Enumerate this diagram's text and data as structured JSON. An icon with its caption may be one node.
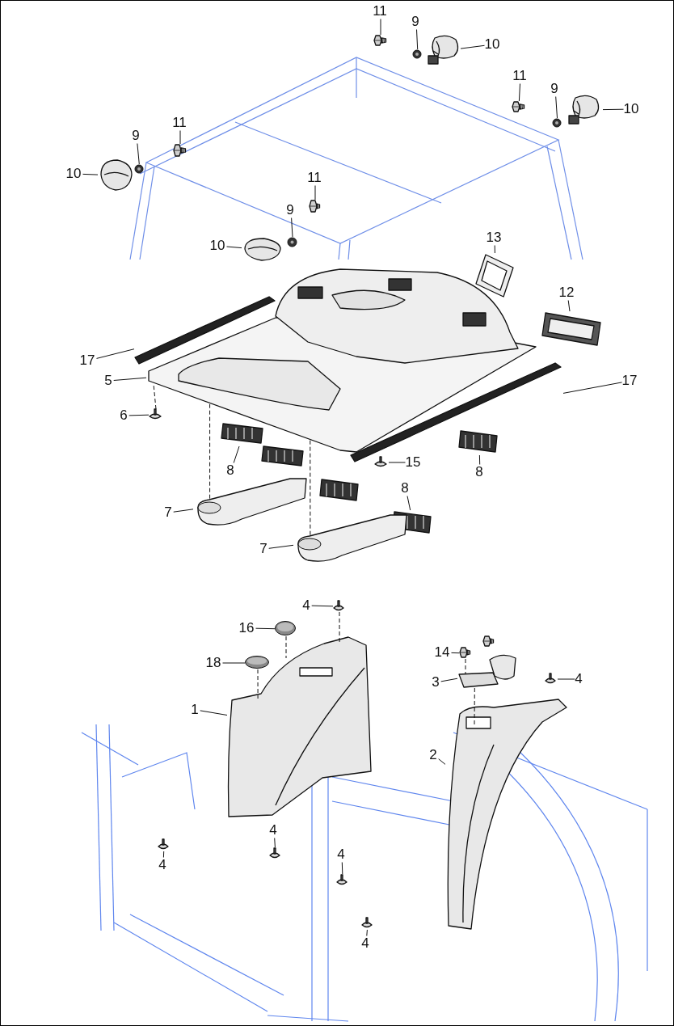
{
  "diagram": {
    "nodes": [
      {
        "text": [
          "11"
        ]
      },
      {
        "text": [],
        "shape": "picture"
      },
      {
        "text": [
          "9"
        ]
      },
      {
        "text": [],
        "shape": "picture"
      },
      {
        "text": [
          "10"
        ]
      },
      {
        "text": [],
        "shape": "picture"
      },
      {
        "text": [
          "11"
        ]
      },
      {
        "text": [],
        "shape": "picture"
      },
      {
        "text": [
          "9"
        ]
      },
      {
        "text": [],
        "shape": "picture"
      },
      {
        "text": [
          "10"
        ]
      },
      {
        "text": [],
        "shape": "picture"
      },
      {
        "text": [
          "9"
        ]
      },
      {
        "text": [],
        "shape": "picture"
      },
      {
        "text": [
          "11"
        ]
      },
      {
        "text": [],
        "shape": "picture"
      },
      {
        "text": [
          "10"
        ]
      },
      {
        "text": [],
        "shape": "picture"
      },
      {
        "text": [
          "11"
        ]
      },
      {
        "text": [],
        "shape": "picture"
      },
      {
        "text": [
          "9"
        ]
      },
      {
        "text": [],
        "shape": "picture"
      },
      {
        "text": [
          "10"
        ]
      },
      {
        "text": [],
        "shape": "picture"
      },
      {
        "text": [
          "13"
        ]
      },
      {
        "text": [],
        "shape": "picture"
      },
      {
        "text": [
          "12"
        ]
      },
      {
        "text": [],
        "shape": "picture"
      },
      {
        "text": [
          "17"
        ]
      },
      {
        "text": [],
        "shape": "bar"
      },
      {
        "text": [
          "5"
        ]
      },
      {
        "text": [],
        "shape": "picture"
      },
      {
        "text": [
          "17"
        ]
      },
      {
        "text": [],
        "shape": "bar"
      },
      {
        "text": [
          "6"
        ]
      },
      {
        "text": [],
        "shape": "picture"
      },
      {
        "text": [
          "15"
        ]
      },
      {
        "text": [],
        "shape": "picture"
      },
      {
        "text": [
          "8"
        ]
      },
      {
        "text": [],
        "shape": "picture"
      },
      {
        "text": [],
        "shape": "picture"
      },
      {
        "text": [
          "8"
        ]
      },
      {
        "text": [],
        "shape": "picture"
      },
      {
        "text": [
          "7"
        ]
      },
      {
        "text": [],
        "shape": "picture"
      },
      {
        "text": [],
        "shape": "picture"
      },
      {
        "text": [
          "8"
        ]
      },
      {
        "text": [],
        "shape": "picture"
      },
      {
        "text": [
          "7"
        ]
      },
      {
        "text": [],
        "shape": "picture"
      },
      {
        "text": [
          "4"
        ]
      },
      {
        "text": [],
        "shape": "picture"
      },
      {
        "text": [
          "16"
        ]
      },
      {
        "text": [],
        "shape": "picture"
      },
      {
        "text": [
          "18"
        ]
      },
      {
        "text": [],
        "shape": "picture"
      },
      {
        "text": [
          "14"
        ]
      },
      {
        "text": [],
        "shape": "picture"
      },
      {
        "text": [],
        "shape": "picture"
      },
      {
        "text": [
          "3"
        ]
      },
      {
        "text": [],
        "shape": "picture"
      },
      {
        "text": [
          "4"
        ]
      },
      {
        "text": [],
        "shape": "picture"
      },
      {
        "text": [
          "1"
        ]
      },
      {
        "text": [],
        "shape": "picture"
      },
      {
        "text": [
          "2"
        ]
      },
      {
        "text": [],
        "shape": "picture"
      },
      {
        "text": [
          "4"
        ]
      },
      {
        "text": [],
        "shape": "picture"
      },
      {
        "text": [
          "4"
        ]
      },
      {
        "text": [],
        "shape": "picture"
      },
      {
        "text": [
          "4"
        ]
      },
      {
        "text": [],
        "shape": "picture"
      },
      {
        "text": [
          "4"
        ]
      },
      {
        "text": [],
        "shape": "picture"
      }
    ],
    "edges": [
      {
        "from": 0,
        "to": 1,
        "arrow": "none"
      },
      {
        "from": 2,
        "to": 3,
        "arrow": "none"
      },
      {
        "from": 4,
        "to": 5,
        "arrow": "none"
      },
      {
        "from": 6,
        "to": 7,
        "arrow": "none"
      },
      {
        "from": 8,
        "to": 9,
        "arrow": "none"
      },
      {
        "from": 10,
        "to": 11,
        "arrow": "none"
      },
      {
        "from": 12,
        "to": 13,
        "arrow": "none"
      },
      {
        "from": 14,
        "to": 15,
        "arrow": "none"
      },
      {
        "from": 16,
        "to": 17,
        "arrow": "none"
      },
      {
        "from": 18,
        "to": 19,
        "arrow": "none"
      },
      {
        "from": 20,
        "to": 21,
        "arrow": "none"
      },
      {
        "from": 22,
        "to": 23,
        "arrow": "none"
      },
      {
        "from": 24,
        "to": 25,
        "arrow": "none"
      },
      {
        "from": 26,
        "to": 27,
        "arrow": "none"
      },
      {
        "from": 28,
        "to": 29,
        "arrow": "none"
      },
      {
        "from": 30,
        "to": 31,
        "arrow": "none"
      },
      {
        "from": 32,
        "to": 33,
        "arrow": "none"
      },
      {
        "from": 34,
        "to": 35,
        "arrow": "none"
      },
      {
        "from": 36,
        "to": 37,
        "arrow": "none"
      },
      {
        "from": 38,
        "to": 39,
        "arrow": "none"
      },
      {
        "from": 41,
        "to": 42,
        "arrow": "none"
      },
      {
        "from": 43,
        "to": 44,
        "arrow": "none"
      },
      {
        "from": 46,
        "to": 47,
        "arrow": "none"
      },
      {
        "from": 48,
        "to": 49,
        "arrow": "none"
      },
      {
        "from": 50,
        "to": 51,
        "arrow": "none"
      },
      {
        "from": 52,
        "to": 53,
        "arrow": "none"
      },
      {
        "from": 54,
        "to": 55,
        "arrow": "none"
      },
      {
        "from": 56,
        "to": 57,
        "arrow": "none"
      },
      {
        "from": 59,
        "to": 60,
        "arrow": "none"
      },
      {
        "from": 61,
        "to": 62,
        "arrow": "none"
      },
      {
        "from": 63,
        "to": 64,
        "arrow": "none"
      },
      {
        "from": 65,
        "to": 66,
        "arrow": "none"
      },
      {
        "from": 67,
        "to": 68,
        "arrow": "none"
      },
      {
        "from": 69,
        "to": 70,
        "arrow": "none"
      },
      {
        "from": 71,
        "to": 72,
        "arrow": "none"
      },
      {
        "from": 73,
        "to": 74,
        "arrow": "none"
      },
      {
        "from": 53,
        "to": 64,
        "arrow": "none",
        "style": "dashed"
      },
      {
        "from": 55,
        "to": 64,
        "arrow": "none",
        "style": "dashed"
      },
      {
        "from": 51,
        "to": 64,
        "arrow": "none",
        "style": "dashed"
      },
      {
        "from": 60,
        "to": 66,
        "arrow": "none",
        "style": "dashed"
      },
      {
        "from": 35,
        "to": 31,
        "arrow": "none",
        "style": "dashed"
      },
      {
        "from": 44,
        "to": 31,
        "arrow": "none",
        "style": "dashed"
      },
      {
        "from": 49,
        "to": 31,
        "arrow": "none",
        "style": "dashed"
      },
      {
        "from": 57,
        "to": 60,
        "arrow": "none",
        "style": "dashed"
      }
    ]
  }
}
